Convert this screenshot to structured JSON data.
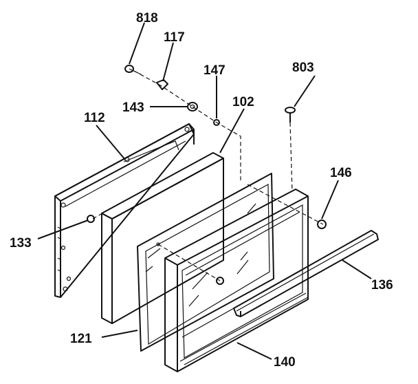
{
  "labels": {
    "p818": "818",
    "p117": "117",
    "p147": "147",
    "p803": "803",
    "p143": "143",
    "p102": "102",
    "p112": "112",
    "p146": "146",
    "p133": "133",
    "p136": "136",
    "p121": "121",
    "p140": "140"
  }
}
